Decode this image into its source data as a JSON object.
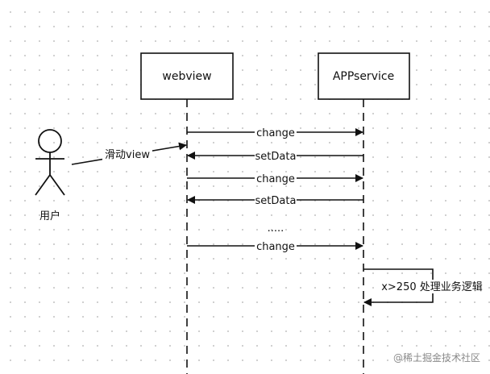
{
  "participants": {
    "webview": "webview",
    "appservice": "APPservice"
  },
  "actor": {
    "label": "用户",
    "action": "滑动view"
  },
  "messages": [
    {
      "label": "change",
      "direction": "to-appservice"
    },
    {
      "label": "setData",
      "direction": "to-webview"
    },
    {
      "label": "change",
      "direction": "to-appservice"
    },
    {
      "label": "setData",
      "direction": "to-webview"
    },
    {
      "label": ".....",
      "direction": "none"
    },
    {
      "label": "change",
      "direction": "to-appservice"
    }
  ],
  "self_message": {
    "label": "x>250 处理业务逻辑"
  },
  "watermark": "@稀土掘金技术社区"
}
